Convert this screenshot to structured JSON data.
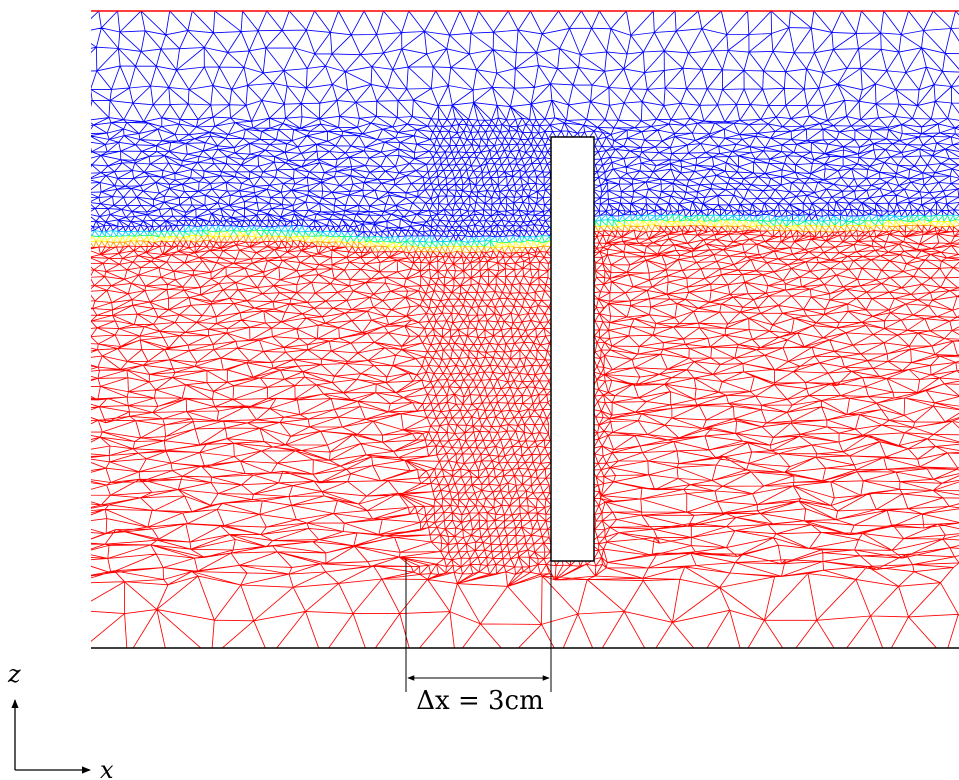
{
  "figure": {
    "colors": {
      "upper_fluid": "#0000ff",
      "lower_fluid": "#ff0000",
      "interface_band": [
        "#00c8ff",
        "#00ff80",
        "#ffff00",
        "#ff9900"
      ],
      "top_boundary": "#ff0000",
      "bottom_boundary": "#000000",
      "plate_fill": "#ffffff",
      "plate_edge": "#000000"
    },
    "dimension_label": "Δx = 3cm",
    "axis_labels": {
      "z": "z",
      "x": "x"
    }
  }
}
